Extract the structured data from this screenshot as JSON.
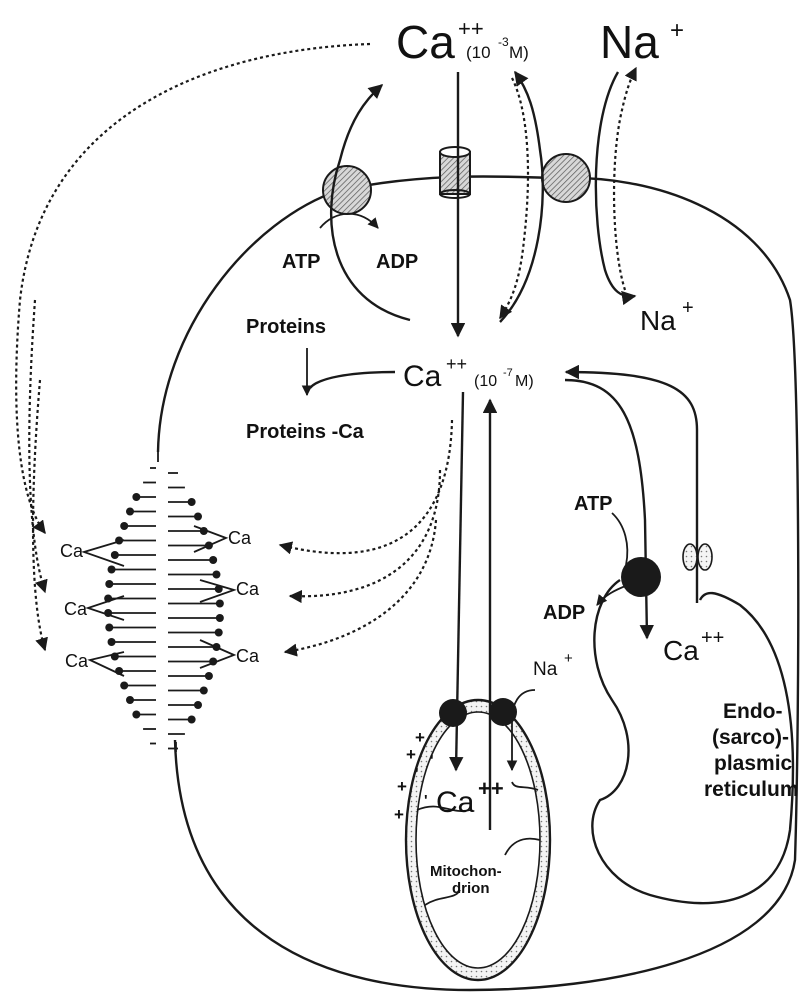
{
  "labels": {
    "ext_ca": "Ca",
    "ext_ca_charge": "++",
    "ext_ca_conc": "(10",
    "ext_ca_exp": "-3",
    "ext_ca_unit": "M)",
    "ext_na": "Na",
    "ext_na_charge": "+",
    "atp_pump": "ATP",
    "adp_pump": "ADP",
    "na_in": "Na",
    "na_in_charge": "+",
    "proteins": "Proteins",
    "proteins_ca": "Proteins -Ca",
    "cyt_ca": "Ca",
    "cyt_ca_charge": "++",
    "cyt_ca_conc": "(10",
    "cyt_ca_exp": "-7",
    "cyt_ca_unit": "M)",
    "myo_ca_1": "Ca",
    "myo_ca_2": "Ca",
    "myo_ca_3": "Ca",
    "myo_ca_4": "Ca",
    "myo_ca_5": "Ca",
    "myo_ca_6": "Ca",
    "sr_atp": "ATP",
    "sr_adp": "ADP",
    "sr_ca": "Ca",
    "sr_ca_charge": "++",
    "mito_na": "Na",
    "mito_na_charge": "+",
    "mito_ca": "Ca",
    "mito_ca_charge": "++",
    "sr_label_1": "Endo-",
    "sr_label_2": "(sarco)-",
    "sr_label_3": "plasmic",
    "sr_label_4": "reticulum",
    "mito_label_1": "Mitochon-",
    "mito_label_2": "drion"
  }
}
